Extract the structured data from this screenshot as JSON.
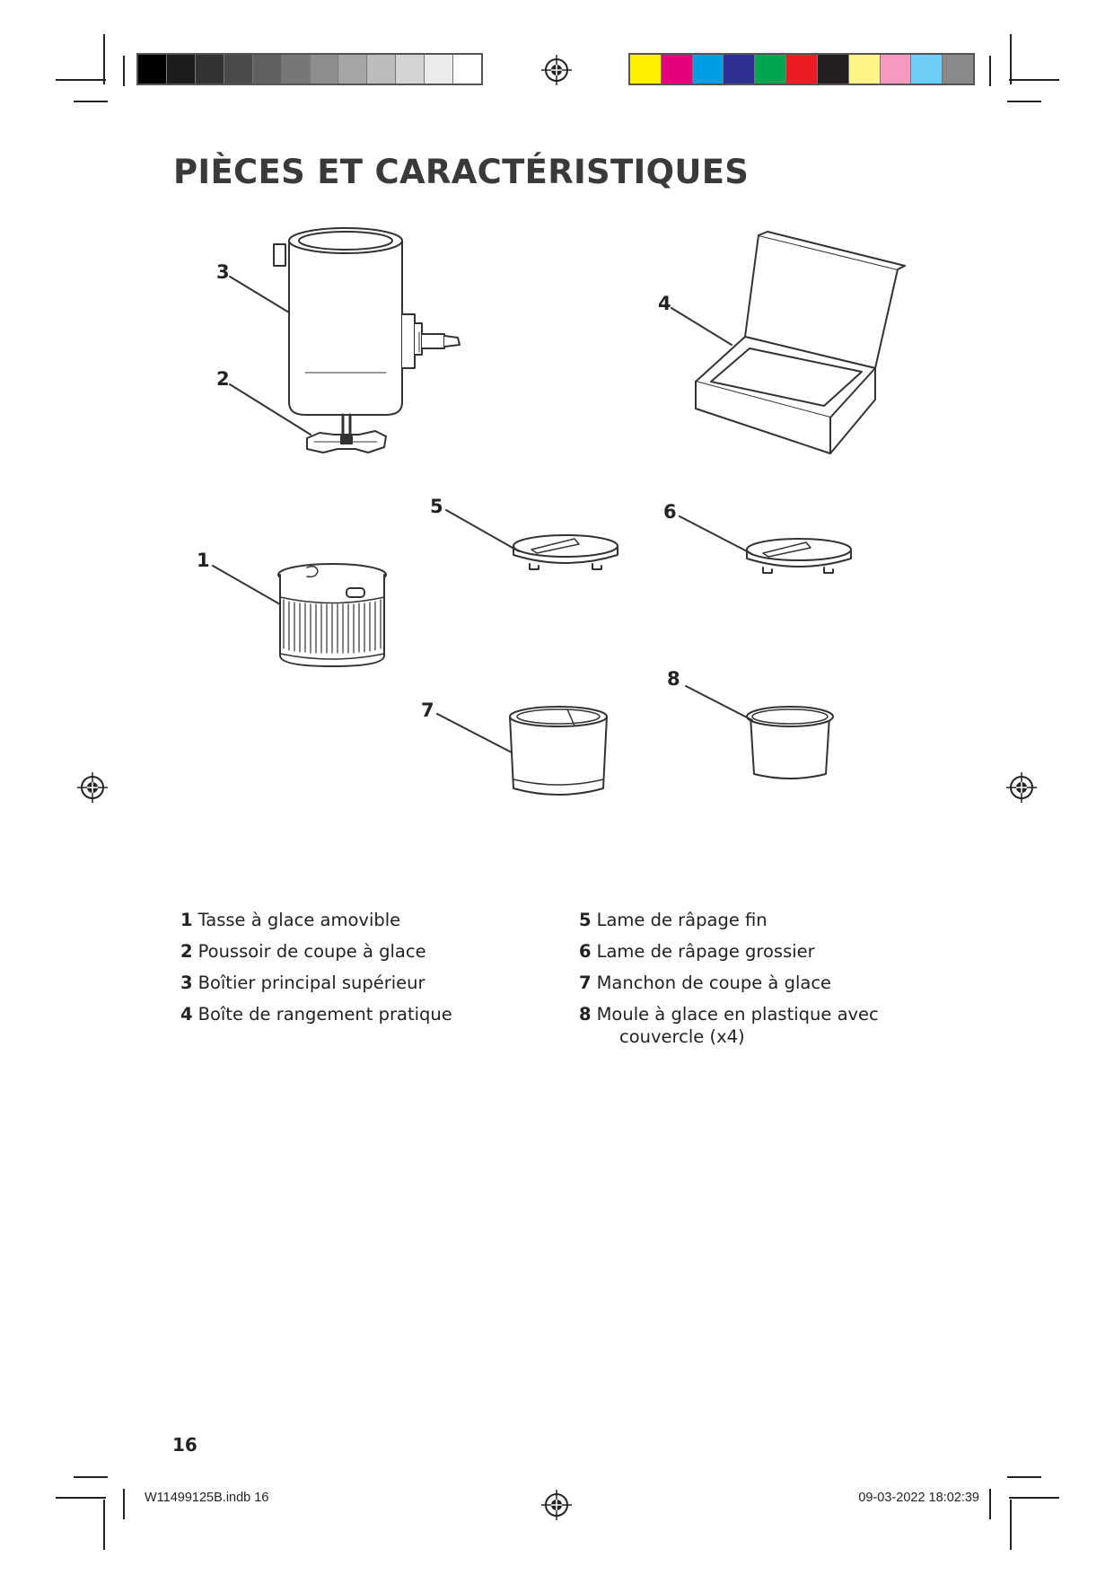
{
  "colors": {
    "gray_swatches": [
      "#000000",
      "#1c1c1c",
      "#333333",
      "#4a4a4a",
      "#606060",
      "#777777",
      "#8e8e8e",
      "#a5a5a5",
      "#bcbcbc",
      "#d4d4d4",
      "#ebebeb",
      "#ffffff"
    ],
    "color_swatches": [
      "#fff100",
      "#e6007e",
      "#009fe3",
      "#2e3192",
      "#00a651",
      "#ed1c24",
      "#231f20",
      "#fff685",
      "#f49ac1",
      "#6dcff6",
      "#898989"
    ]
  },
  "title": "PIÈCES ET CARACTÉRISTIQUES",
  "callouts": [
    "1",
    "2",
    "3",
    "4",
    "5",
    "6",
    "7",
    "8"
  ],
  "parts": {
    "left": [
      {
        "num": "1",
        "label": "Tasse à glace amovible"
      },
      {
        "num": "2",
        "label": "Poussoir de coupe à glace"
      },
      {
        "num": "3",
        "label": "Boîtier principal supérieur"
      },
      {
        "num": "4",
        "label": "Boîte de rangement pratique"
      }
    ],
    "right": [
      {
        "num": "5",
        "label": "Lame de râpage fin"
      },
      {
        "num": "6",
        "label": "Lame de râpage grossier"
      },
      {
        "num": "7",
        "label": "Manchon de coupe à glace"
      },
      {
        "num": "8",
        "label": "Moule à glace en plastique avec",
        "label_cont": "couvercle (x4)"
      }
    ]
  },
  "page_number": "16",
  "footer": {
    "file": "W11499125B.indb   16",
    "date": "09-03-2022   18:02:39"
  }
}
